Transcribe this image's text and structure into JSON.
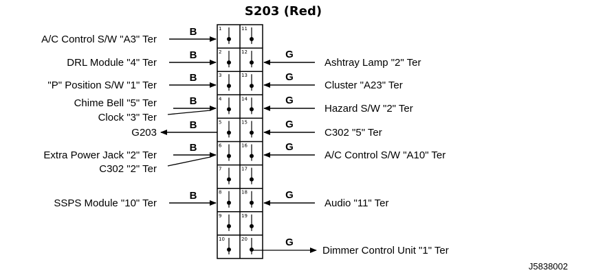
{
  "title": "S203 (Red)",
  "figure_code": "J5838002",
  "splice": {
    "left_pins": [
      "1",
      "2",
      "3",
      "4",
      "5",
      "6",
      "7",
      "8",
      "9",
      "10"
    ],
    "right_pins": [
      "11",
      "12",
      "13",
      "14",
      "15",
      "16",
      "17",
      "18",
      "19",
      "20"
    ]
  },
  "left_connections": [
    {
      "labels": [
        "A/C Control S/W  \"A3\" Ter"
      ],
      "wire": "B"
    },
    {
      "labels": [
        "DRL Module  \"4\" Ter"
      ],
      "wire": "B"
    },
    {
      "labels": [
        "\"P\" Position S/W \"1\" Ter"
      ],
      "wire": "B"
    },
    {
      "labels": [
        "Chime Bell  \"5\" Ter",
        "Clock \"3\" Ter"
      ],
      "wire": "B"
    },
    {
      "labels": [
        "G203"
      ],
      "wire": "B"
    },
    {
      "labels": [
        "Extra Power Jack  \"2\" Ter",
        "C302 \"2\" Ter"
      ],
      "wire": "B"
    },
    {
      "labels": [
        "SSPS Module  \"10\" Ter"
      ],
      "wire": "B"
    }
  ],
  "right_connections": [
    {
      "label": "Ashtray Lamp  \"2\" Ter",
      "wire": "G"
    },
    {
      "label": "Cluster  \"A23\" Ter",
      "wire": "G"
    },
    {
      "label": "Hazard S/W  \"2\" Ter",
      "wire": "G"
    },
    {
      "label": "C302 \"5\" Ter",
      "wire": "G"
    },
    {
      "label": "A/C Control S/W  \"A10\" Ter",
      "wire": "G"
    },
    {
      "label": "Audio \"11\" Ter",
      "wire": "G"
    },
    {
      "label": "Dimmer Control Unit  \"1\" Ter",
      "wire": "G"
    }
  ]
}
